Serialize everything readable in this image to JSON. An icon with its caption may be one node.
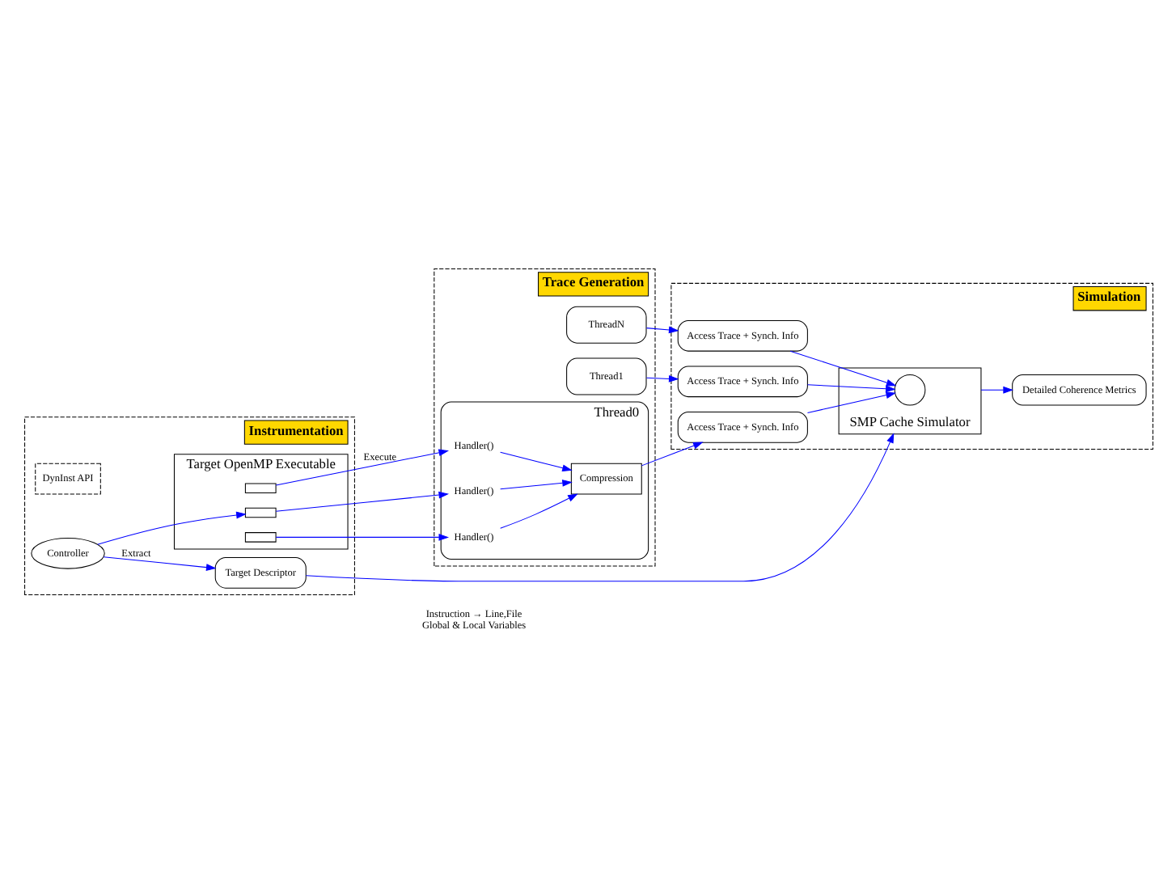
{
  "diagram": {
    "nodes": [
      {
        "text": [
          "Instrumentation"
        ]
      },
      {
        "text": [
          "Target OpenMP Executable"
        ],
        "in": 0
      },
      {
        "text": [],
        "shape": "box",
        "in": 1
      },
      {
        "text": [],
        "shape": "box",
        "in": 1
      },
      {
        "text": [],
        "shape": "box",
        "in": 1
      },
      {
        "text": [
          "DynInst API"
        ],
        "in": 0
      },
      {
        "text": [
          "Controller"
        ],
        "in": 0
      },
      {
        "text": [
          "Target Descriptor"
        ],
        "in": 0
      },
      {
        "text": [
          "Trace Generation"
        ]
      },
      {
        "text": [
          "ThreadN"
        ],
        "in": 8
      },
      {
        "text": [
          "Thread1"
        ],
        "in": 8
      },
      {
        "text": [
          "Thread0"
        ],
        "in": 8
      },
      {
        "text": [
          "Handler()"
        ],
        "in": 11
      },
      {
        "text": [
          "Handler()"
        ],
        "in": 11
      },
      {
        "text": [
          "Handler()"
        ],
        "in": 11
      },
      {
        "text": [
          "Compression"
        ],
        "in": 11
      },
      {
        "text": [
          "Simulation"
        ]
      },
      {
        "text": [
          "Access Trace + Synch. Info"
        ],
        "in": 16
      },
      {
        "text": [
          "Access Trace + Synch. Info"
        ],
        "in": 16
      },
      {
        "text": [
          "Access Trace + Synch. Info"
        ],
        "in": 16
      },
      {
        "text": [
          "SMP Cache Simulator"
        ],
        "in": 16
      },
      {
        "text": [],
        "shape": "circle",
        "in": 20
      },
      {
        "text": [
          "Detailed Coherence Metrics"
        ],
        "in": 16
      }
    ],
    "edges": [
      {
        "from": 6,
        "to": 3,
        "arrow": "to"
      },
      {
        "from": 2,
        "to": 12,
        "arrow": "to",
        "label": "Execute"
      },
      {
        "from": 3,
        "to": 13,
        "arrow": "to"
      },
      {
        "from": 4,
        "to": 14,
        "arrow": "to"
      },
      {
        "from": 12,
        "to": 15,
        "arrow": "to"
      },
      {
        "from": 13,
        "to": 15,
        "arrow": "to"
      },
      {
        "from": 14,
        "to": 15,
        "arrow": "to"
      },
      {
        "from": 15,
        "to": 17,
        "arrow": "to"
      },
      {
        "from": 10,
        "to": 18,
        "arrow": "to"
      },
      {
        "from": 9,
        "to": 19,
        "arrow": "to"
      },
      {
        "from": 17,
        "to": 21,
        "arrow": "to"
      },
      {
        "from": 18,
        "to": 21,
        "arrow": "to"
      },
      {
        "from": 19,
        "to": 21,
        "arrow": "to"
      },
      {
        "from": 6,
        "to": 7,
        "arrow": "to",
        "label": "Extract"
      },
      {
        "from": 7,
        "to": 20,
        "arrow": "to"
      },
      {
        "from": 20,
        "to": 22,
        "arrow": "to"
      }
    ],
    "labels": [
      "Instruction → Line,File",
      "Global & Local Variables"
    ]
  }
}
